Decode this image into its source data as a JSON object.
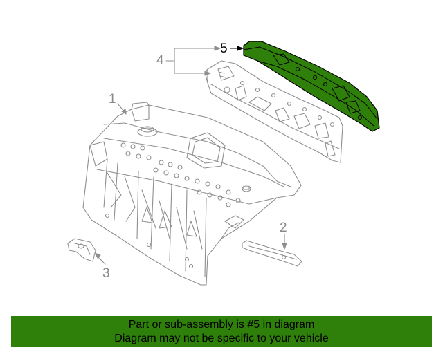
{
  "callouts": {
    "c1": "1",
    "c2": "2",
    "c3": "3",
    "c4": "4",
    "c5": "5"
  },
  "highlight_color": "#2f7f0b",
  "banner": {
    "line1": "Part or sub-assembly is #5 in diagram",
    "line2": "Diagram may not be specific to your vehicle"
  }
}
